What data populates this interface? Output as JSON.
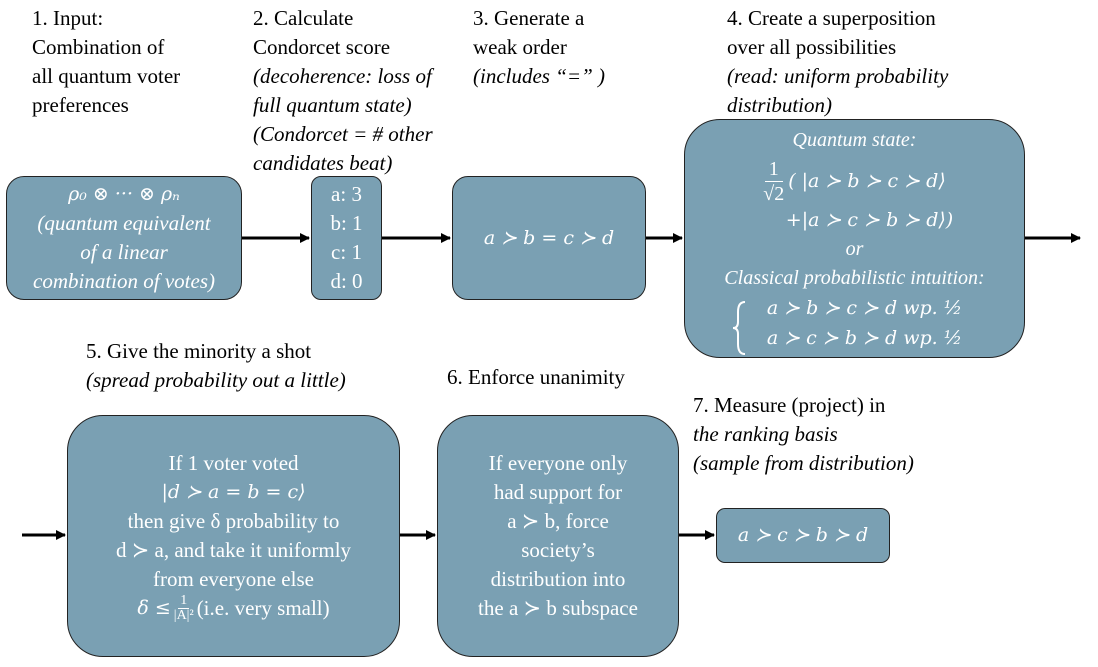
{
  "steps": {
    "s1": {
      "label": [
        "1. Input:",
        "Combination of",
        "all quantum voter",
        "preferences"
      ],
      "box": {
        "formula": "ρ₀ ⊗ ··· ⊗ ρₙ",
        "note": [
          "(quantum equivalent",
          "of a linear",
          "combination of votes)"
        ]
      }
    },
    "s2": {
      "label_title": [
        "2. Calculate",
        "Condorcet score"
      ],
      "label_note1": [
        "(decoherence: loss of",
        "full quantum state)"
      ],
      "label_note2": [
        "(Condorcet = # other",
        "candidates beat)"
      ],
      "scores": [
        "a: 3",
        "b: 1",
        "c: 1",
        "d: 0"
      ]
    },
    "s3": {
      "label": [
        "3. Generate a",
        "weak order"
      ],
      "label_note": "(includes “=” )",
      "box": "a ≻ b = c ≻ d"
    },
    "s4": {
      "label": [
        "4. Create a superposition",
        "over all possibilities"
      ],
      "label_note": [
        "(read: uniform probability",
        "distribution)"
      ],
      "box": {
        "heading": "Quantum state:",
        "frac_num": "1",
        "frac_den": "√2",
        "ket1": "( |a ≻ b ≻ c ≻ d⟩",
        "ket2": "+|a ≻ c ≻ b ≻ d⟩)",
        "or": "or",
        "intuition": "Classical probabilistic intuition:",
        "case1": "a ≻ b ≻ c ≻ d wp. ½",
        "case2": "a ≻ c ≻ b ≻ d wp. ½"
      }
    },
    "s5": {
      "label": "5. Give the minority a shot",
      "label_note": "(spread probability out a little)",
      "box": {
        "l1": "If 1 voter voted",
        "l2": "|d ≻ a = b = c⟩",
        "l3": "then give δ probability to",
        "l4": "d ≻ a, and take it uniformly",
        "l5": "from everyone else",
        "l6_pre": "δ ≤",
        "l6_num": "1",
        "l6_den": "|A|²",
        "l6_post": "(i.e. very small)"
      }
    },
    "s6": {
      "label": "6. Enforce unanimity",
      "box": [
        "If everyone only",
        "had support for",
        "a ≻ b, force",
        "society’s",
        "distribution into",
        "the a ≻ b subspace"
      ]
    },
    "s7": {
      "label": [
        "7. Measure (project) in",
        "the ranking basis"
      ],
      "label_note": "(sample from distribution)",
      "box": "a ≻ c ≻ b ≻ d"
    }
  },
  "colors": {
    "box_fill": "#7aa0b3",
    "box_border": "#222222",
    "arrow": "#000000",
    "box_text": "#ffffff"
  }
}
